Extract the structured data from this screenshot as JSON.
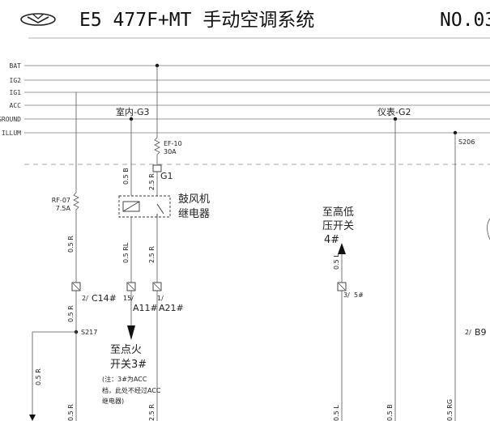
{
  "header": {
    "logo": "chery-wings-icon",
    "title": "E5 477F+MT 手动空调系统",
    "page_no": "NO.03"
  },
  "rails": [
    "BAT",
    "IG2",
    "IG1",
    "ACC",
    "GROUND",
    "ILLUM"
  ],
  "grounds": {
    "indoor": "室内-G3",
    "panel": "仪表-G2",
    "g1": "G1"
  },
  "fuses": {
    "ef10": {
      "name": "EF-10",
      "rating": "30A"
    },
    "rf07": {
      "name": "RF-07",
      "rating": "7.5A"
    }
  },
  "splices": {
    "s206": "S206",
    "s217": "S217"
  },
  "relay": {
    "line1": "鼓风机",
    "line2": "继电器"
  },
  "wires": {
    "w05b": "0.5 B",
    "w25r_top": "2.5 R",
    "w05r": "0.5 R",
    "w05rl": "0.5 RL",
    "w25r_bottom": "2.5 R",
    "w05l": "0.5 L",
    "w05r_left": "0.5 R",
    "w05l_bottom": "0.5 L",
    "w05b_bottom": "0.5 B",
    "w05rg": "0.5 RG",
    "w05r_bottom": "0.5 R",
    "w25r_bottom2": "2.5 R"
  },
  "connectors": {
    "c14": {
      "pins": "2/",
      "label": "C14#"
    },
    "a11": {
      "pins": "15/",
      "label": "A11#"
    },
    "a21": {
      "pins": "1/",
      "label": "A21#"
    },
    "c5": {
      "pins": "3/",
      "label": "5#"
    },
    "b9": {
      "pins": "2/",
      "label": "B9"
    }
  },
  "destinations": {
    "pressure_switch": {
      "line1": "至高低",
      "line2": "压开关",
      "line3": "4#"
    },
    "ignition_switch": {
      "line1": "至点火",
      "line2": "开关3#",
      "note1": "(注：3#为ACC",
      "note2": "档，此处不经过ACC",
      "note3": "继电器)"
    }
  }
}
